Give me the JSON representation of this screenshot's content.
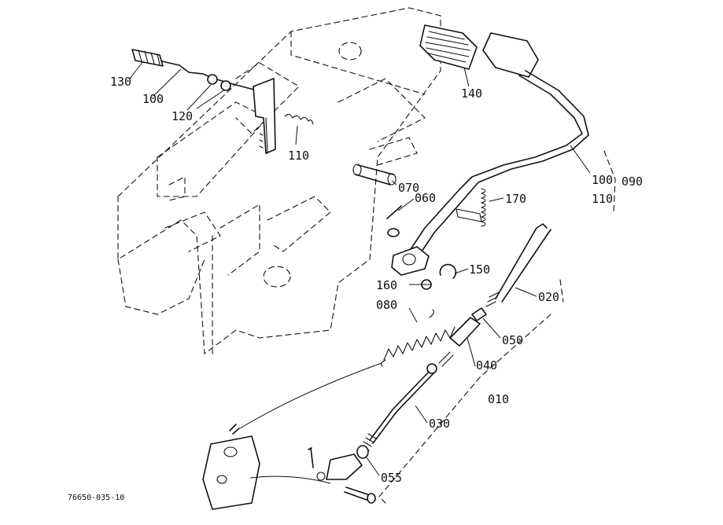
{
  "drawing_code": "76650-035-10",
  "callouts": {
    "p130": "130",
    "p100": "100",
    "p120": "120",
    "p110": "110",
    "p140": "140",
    "p100b": "100",
    "p110b": "110",
    "p090": "090",
    "p070": "070",
    "p060": "060",
    "p170": "170",
    "p150": "150",
    "p160": "160",
    "p020": "020",
    "p080": "080",
    "p050": "050",
    "p040": "040",
    "p010": "010",
    "p030": "030",
    "p055": "055"
  }
}
